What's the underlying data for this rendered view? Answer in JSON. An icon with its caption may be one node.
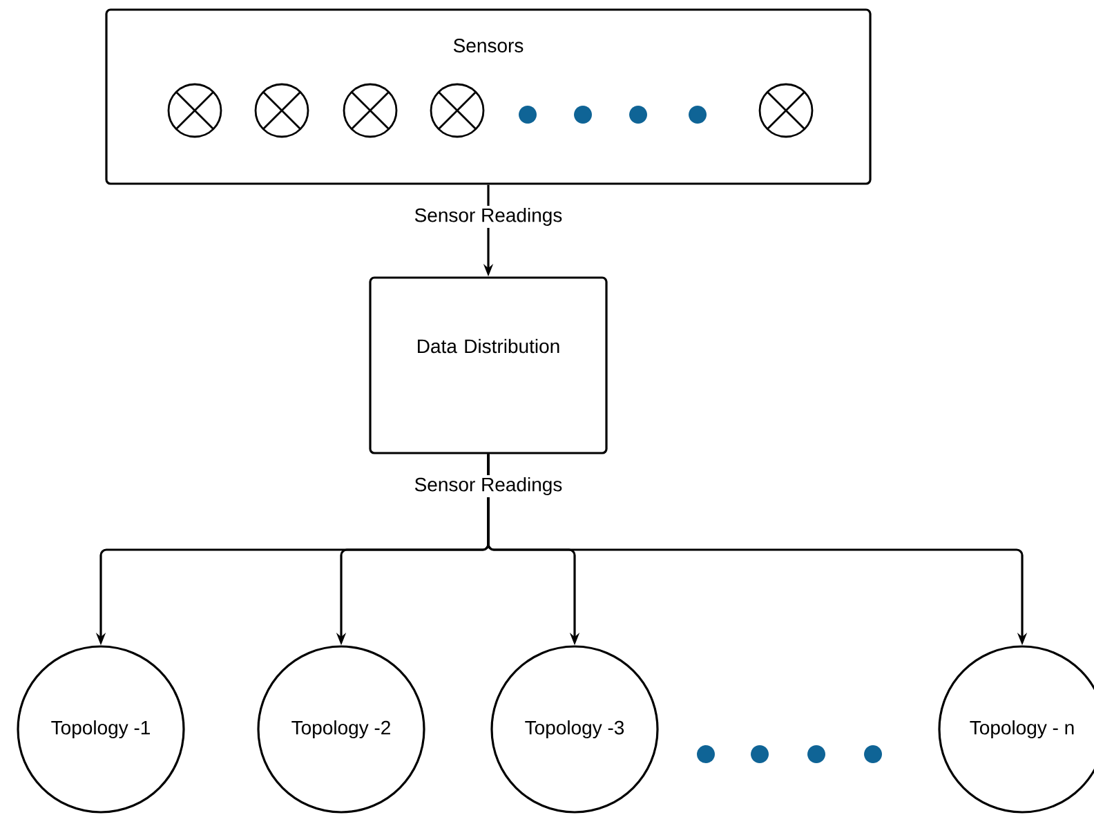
{
  "diagram": {
    "nodes": [
      {
        "text": [
          "Sensors"
        ]
      },
      {
        "text": [
          "Data Distribution"
        ]
      },
      {
        "text": [
          "Topology -1"
        ]
      },
      {
        "text": [
          "Topology -2"
        ]
      },
      {
        "text": [
          "Topology -3"
        ]
      },
      {
        "text": [
          "Topology - n"
        ]
      }
    ],
    "edges": [
      {
        "from": 0,
        "to": 1,
        "arrow": "to",
        "label": "Sensor Readings"
      },
      {
        "from": 1,
        "to": 2,
        "arrow": "to",
        "label": "Sensor Readings"
      },
      {
        "from": 1,
        "to": 3,
        "arrow": "to"
      },
      {
        "from": 1,
        "to": 4,
        "arrow": "to"
      },
      {
        "from": 1,
        "to": 5,
        "arrow": "to"
      }
    ]
  }
}
